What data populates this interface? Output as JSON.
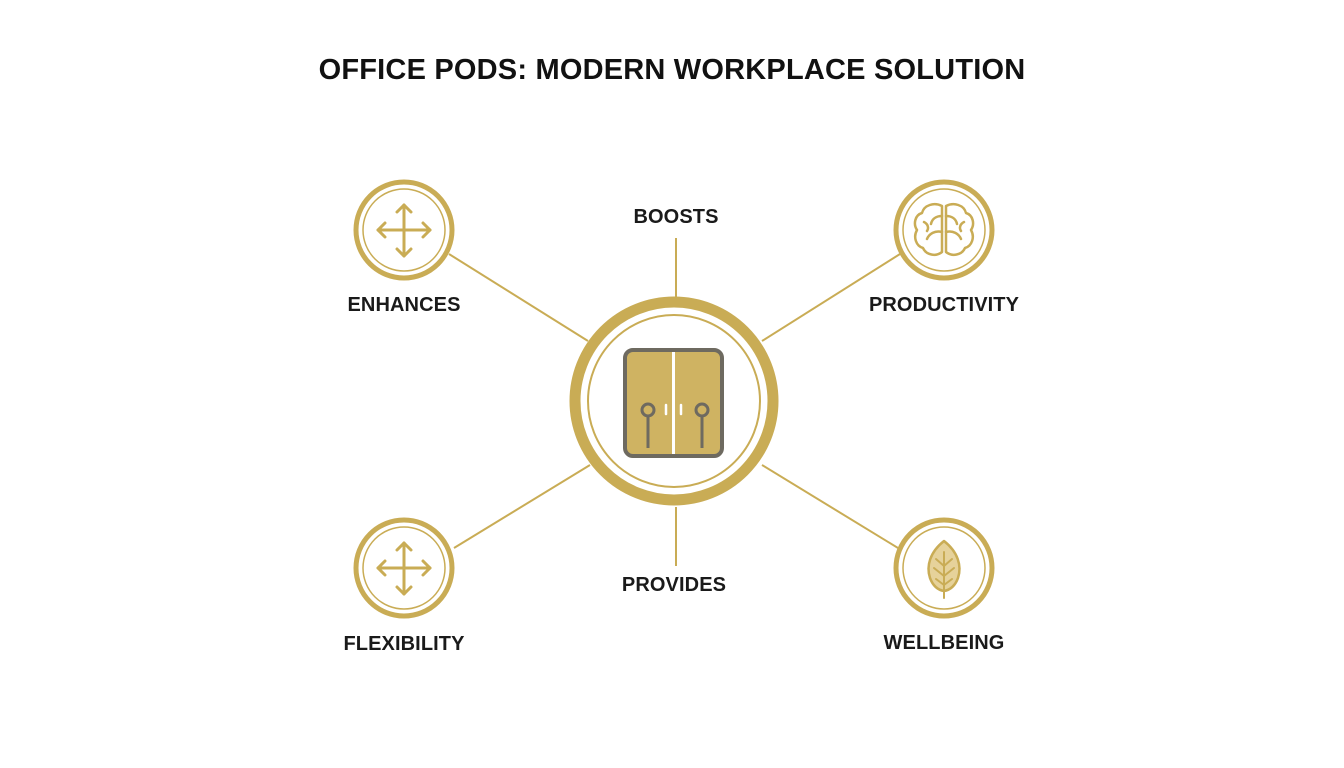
{
  "title": "OFFICE PODS: MODERN WORKPLACE SOLUTION",
  "colors": {
    "accent": "#c9ac55",
    "accent_fill": "#cfb362",
    "icon_dark": "#6e6a60",
    "text": "#1a1a1a"
  },
  "center": {
    "icon": "office-pod-door-icon"
  },
  "connectors": {
    "top": "BOOSTS",
    "bottom": "PROVIDES"
  },
  "nodes": [
    {
      "id": "enhances",
      "label": "ENHANCES",
      "icon": "move-arrows-icon"
    },
    {
      "id": "productivity",
      "label": "PRODUCTIVITY",
      "icon": "brain-icon"
    },
    {
      "id": "flexibility",
      "label": "FLEXIBILITY",
      "icon": "move-arrows-icon"
    },
    {
      "id": "wellbeing",
      "label": "WELLBEING",
      "icon": "leaf-icon"
    }
  ]
}
